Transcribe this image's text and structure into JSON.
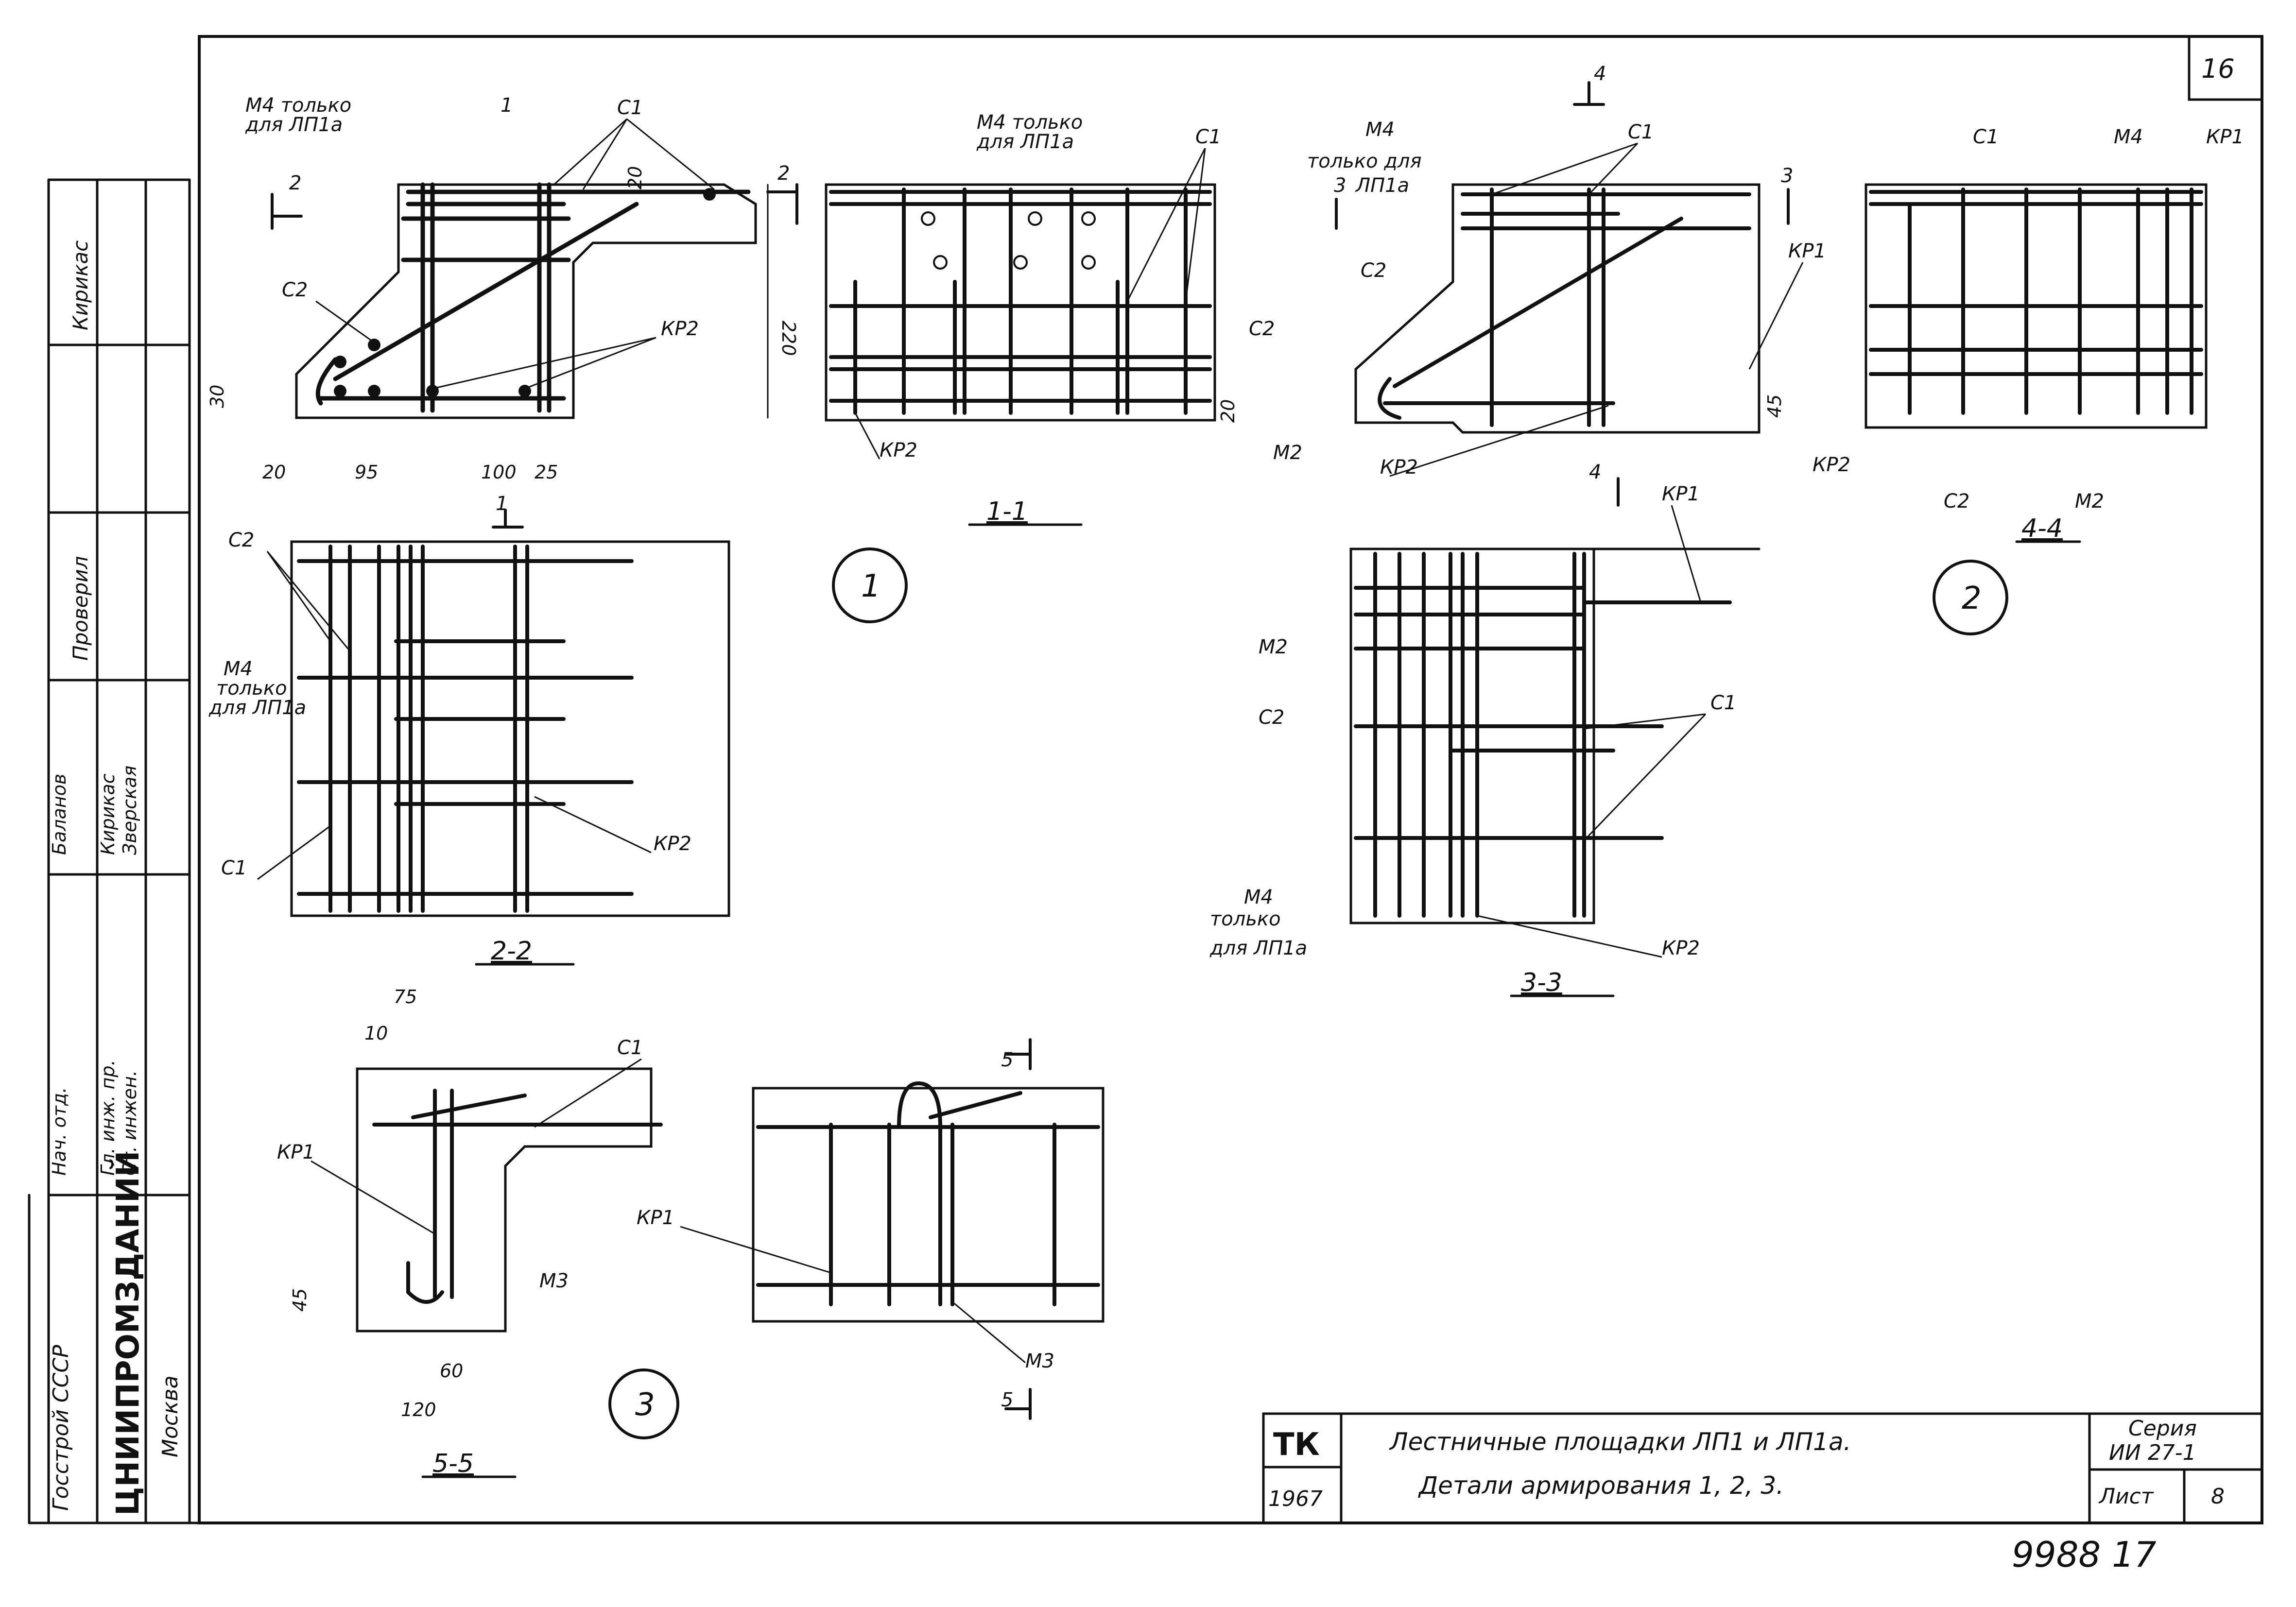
{
  "sheet": {
    "number_top": "16",
    "number_bottom": "9988  17",
    "series_label": "Серия",
    "series_value": "ИИ 27-1",
    "sheet_label": "Лист",
    "sheet_value": "8",
    "mark": "ТК",
    "year": "1967",
    "title_line1": "Лестничные площадки  ЛП1 и ЛП1а.",
    "title_line2": "Детали армирования 1, 2, 3.",
    "org_line1": "Госстрой СССР",
    "org_line2": "ЦНИИПРОМЗДАНИЙ",
    "org_line3": "Москва"
  },
  "signatures": [
    {
      "role": "Нач. отд.",
      "name": "Баланов"
    },
    {
      "role": "Гл. инж. пр.",
      "name": "Кирикас"
    },
    {
      "role": "Ст. инжен.",
      "name": "Зверская"
    },
    {
      "role": "Проверил",
      "name": ""
    },
    {
      "role": "",
      "name": "Кирикас"
    }
  ],
  "labels": {
    "c1": "С1",
    "c2": "С2",
    "kp1": "КР1",
    "kp2": "КР2",
    "m2": "М2",
    "m3": "М3",
    "m4": "М4",
    "m4_note": "М4 только для ЛП1а",
    "m4_note_a": "М4 только",
    "m4_note_b": "для ЛП1а",
    "only_for": "только для",
    "lp1a": "ЛП1а",
    "tolko": "только",
    "dlya_lp1a": "для ЛП1а"
  },
  "sections": {
    "s11": "1-1",
    "s22": "2-2",
    "s33": "3-3",
    "s44": "4-4",
    "s55": "5-5",
    "cut1": "1",
    "cut2": "2",
    "cut3": "3",
    "cut4": "4",
    "cut5": "5"
  },
  "details": {
    "d1": "1",
    "d2": "2",
    "d3": "3"
  },
  "dims": {
    "d20a": "20",
    "d95": "95",
    "d100": "100",
    "d25": "25",
    "d220": "220",
    "d30": "30",
    "d20b": "20",
    "d20c": "20",
    "d45a": "45",
    "d75": "75",
    "d10": "10",
    "d45b": "45",
    "d60": "60",
    "d120": "120"
  }
}
